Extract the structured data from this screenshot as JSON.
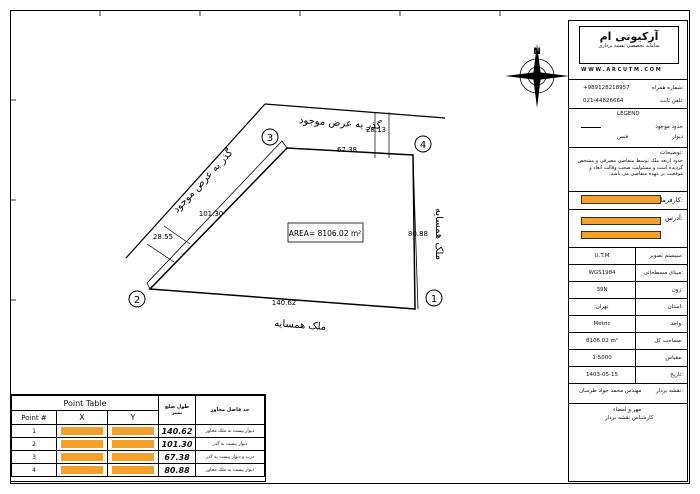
{
  "plan": {
    "area_label": "AREA= 8106.02 m²",
    "compass_letter": "N",
    "points": [
      {
        "label": "1"
      },
      {
        "label": "2"
      },
      {
        "label": "3"
      },
      {
        "label": "4"
      }
    ],
    "side_lengths": [
      "140.62",
      "101.30",
      "67.38",
      "80.88"
    ],
    "road_widths": [
      "28.55",
      "28.13"
    ],
    "texts": {
      "road_top": "گذر به عرض موجود",
      "road_left": "گذر به عرض موجود",
      "neighbor_bottom": "ملک همسایه",
      "neighbor_right": "ملک همسایه"
    }
  },
  "title_block": {
    "logo_main": "آرکیوتی ام",
    "logo_sub": "سامانه تخصصی نقشه برداری",
    "website": "W W W . A R C U T M . C O M",
    "phone_label": "شماره همراه:",
    "phone_value": "+989128218957",
    "landline_label": "تلفن ثابت:",
    "landline_value": "021-44826664",
    "legend_title": "LEGEND",
    "legend_item1": "حدود موجود",
    "legend_item2": "فنس",
    "legend_item3": "دیوار",
    "notes_title": "توضیحات:",
    "notes_text": "حدود اربعه ملک توسط متقاضی مصرفی و مشخص گردیده است و مسئولیت صحت وقالب ابعاد و موقعیت بر عهده متقاضی می باشد.",
    "employer_label": "کارفرما:",
    "address_label": "آدرس:",
    "specs": [
      {
        "label": "سیستم تصویر:",
        "value": "U.T.M"
      },
      {
        "label": "مبنای مسطحاتی:",
        "value": "WGS1984"
      },
      {
        "label": "زون:",
        "value": "39N"
      },
      {
        "label": "استان:",
        "value": "تهران"
      },
      {
        "label": "واحد:",
        "value": "Metric"
      },
      {
        "label": "مساحت کل:",
        "value": "8106.02 m²"
      },
      {
        "label": "مقیاس:",
        "value": "1:5000"
      },
      {
        "label": "تاریخ:",
        "value": "1403-05-15"
      }
    ],
    "surveyor_label": "نقشه بردار:",
    "surveyor_value": "مهندس محمد جواد طرسان",
    "stamp_label": "مهر و امضاء",
    "stamp_sub": "کارشناس نقشه بردار"
  },
  "point_table": {
    "title": "Point Table",
    "headers": [
      "Point #",
      "X",
      "Y",
      "طول ضلع بمتر",
      "حد فاصل مجاور"
    ],
    "rows": [
      {
        "point": "1",
        "length": "140.62",
        "desc": "دیوار پیست به ملک مجاور"
      },
      {
        "point": "2",
        "length": "101.30",
        "desc": "دیوار پیست به گذر"
      },
      {
        "point": "3",
        "length": "67.38",
        "desc": "درب و دیوار پیست به گذر"
      },
      {
        "point": "4",
        "length": "80.88",
        "desc": "دیوار پیست به ملک مجاور"
      }
    ]
  },
  "colors": {
    "highlight": "#f4a02a"
  }
}
